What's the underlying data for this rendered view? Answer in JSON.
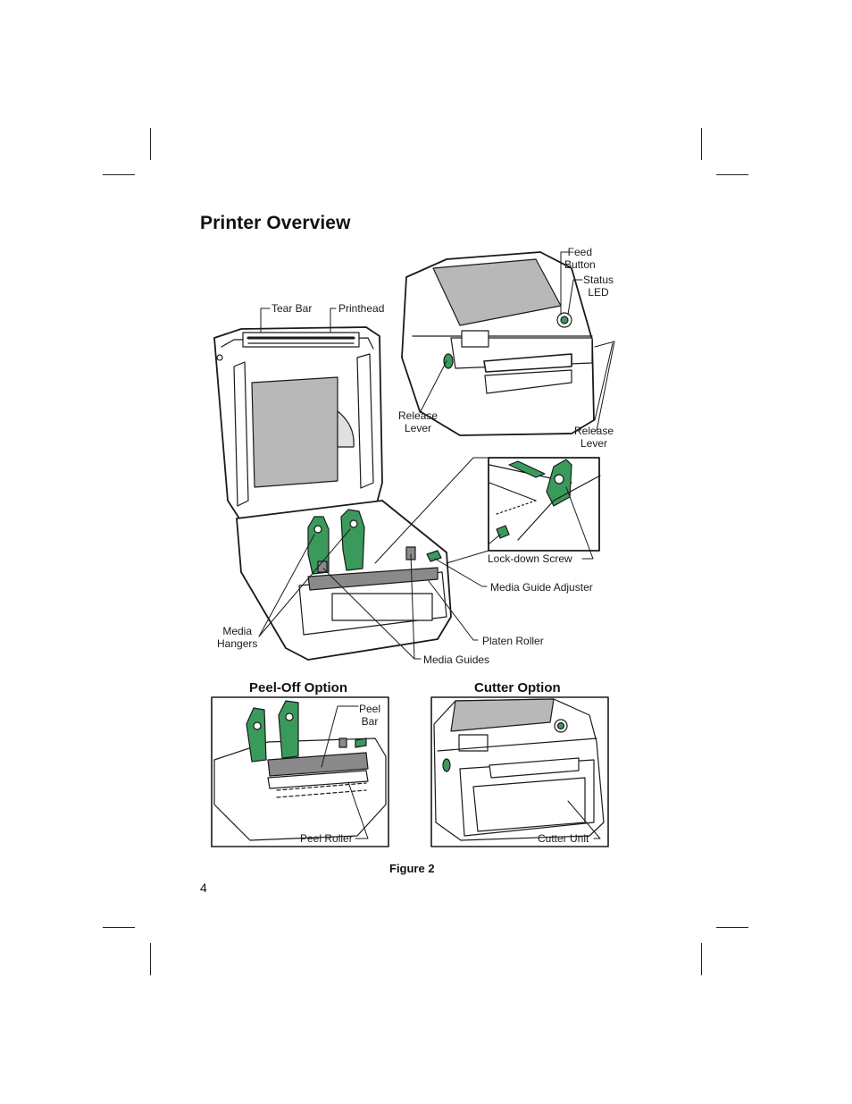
{
  "page": {
    "title": "Printer Overview",
    "figure_caption": "Figure 2",
    "page_number": "4"
  },
  "main_figure": {
    "labels": {
      "tear_bar": "Tear Bar",
      "printhead": "Printhead",
      "feed_button": [
        "Feed",
        "Button"
      ],
      "status_led": [
        "Status",
        "LED"
      ],
      "release_lever_left": [
        "Release",
        "Lever"
      ],
      "release_lever_right": [
        "Release",
        "Lever"
      ],
      "lock_down_screw": "Lock-down Screw",
      "media_guide_adjuster": "Media Guide Adjuster",
      "media_hangers": [
        "Media",
        "Hangers"
      ],
      "platen_roller": "Platen Roller",
      "media_guides": "Media Guides"
    }
  },
  "peel_off_option": {
    "heading": "Peel-Off Option",
    "labels": {
      "peel_bar": [
        "Peel",
        "Bar"
      ],
      "peel_roller": "Peel Roller"
    }
  },
  "cutter_option": {
    "heading": "Cutter Option",
    "labels": {
      "cutter_unit": "Cutter Unit"
    }
  },
  "colors": {
    "accent_green": "#3a9a5c",
    "shade_gray": "#b8b8b8",
    "line": "#1a1a1a"
  }
}
